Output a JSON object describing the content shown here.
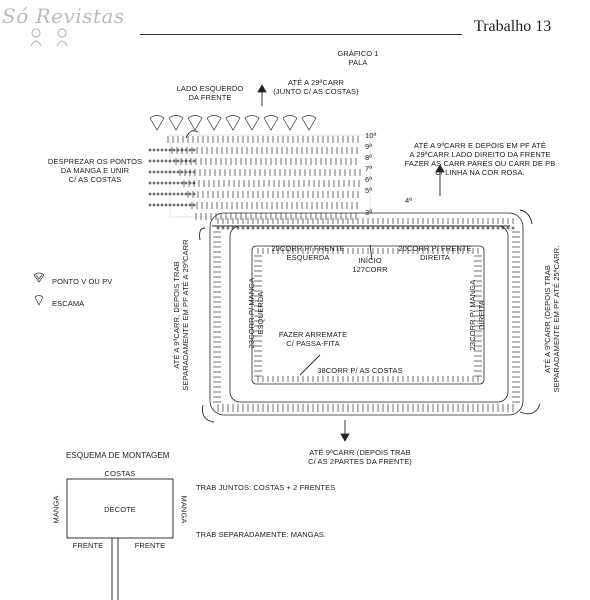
{
  "header": {
    "logo_text": "Só Revistas",
    "title": "Trabalho 13"
  },
  "graphic": {
    "title_line1": "GRÁFICO 1",
    "title_line2": "PALA",
    "top_center_note_line1": "ATÉ A 29ªCARR",
    "top_center_note_line2": "(JUNTO C/ AS COSTAS)",
    "left_front_label_line1": "LADO ESQUERDO",
    "left_front_label_line2": "DA FRENTE",
    "right_note_line1": "ATÉ A 9ªCARR E DEPOIS EM PF ATÉ",
    "right_note_line2": "A 29ªCARR LADO DIREITO DA FRENTE",
    "right_note_line3": "FAZER AS CARR PARES OU CARR DE PB",
    "right_note_line4": "C/ LINHA NA COR ROSA.",
    "left_note_line1": "DESPREZAR OS PONTOS",
    "left_note_line2": "DA MANGA E UNIR",
    "left_note_line3": "C/ AS COSTAS",
    "row_numbers": [
      "10ª",
      "9ª",
      "8ª",
      "7ª",
      "6ª",
      "5ª",
      "4ª",
      "3ª"
    ],
    "left_front_chains_line1": "20CORR P/ FRENTE",
    "left_front_chains_line2": "ESQUERDA",
    "right_front_chains_line1": "20CORR P/ FRENTE",
    "right_front_chains_line2": "DIREITA",
    "start_line1": "INÍCIO",
    "start_line2": "127CORR",
    "left_sleeve_line1": "23CORR P/ MANGA",
    "left_sleeve_line2": "ESQUERDA",
    "right_sleeve_line1": "23CORR P/ MANGA",
    "right_sleeve_line2": "DIREITA",
    "finish_line1": "FAZER ARREMATE",
    "finish_line2": "C/ PASSA-FITA",
    "back_chains": "38CORR P/ AS COSTAS",
    "left_side_line1": "ATÉ A 9ªCARR, DEPOIS TRAB",
    "left_side_line2": "SEPARADAMENTE EM PF  ATÉ A 29ªCARR",
    "right_side_line1": "ATÉ A 9ªCARR (DEPOIS TRAB",
    "right_side_line2": "SEPARADAMENTE  EM PF ATÉ 25ªCARR.",
    "bottom_note_line1": "ATÉ 9ªCARR (DEPOIS TRAB",
    "bottom_note_line2": "C/ AS 2PARTES DA FRENTE)"
  },
  "legend": {
    "items": [
      {
        "icon": "v-stitch-icon",
        "label": "PONTO V OU PV"
      },
      {
        "icon": "shell-icon",
        "label": "ESCAMA"
      }
    ]
  },
  "assembly": {
    "title": "ESQUEMA DE MONTAGEM",
    "costas": "COSTAS",
    "decote": "DECOTE",
    "manga_left": "MANGA",
    "manga_right": "MANGA",
    "frente_left": "FRENTE",
    "frente_right": "FRENTE",
    "note1": "TRAB JUNTOS: COSTAS + 2 FRENTES",
    "note2": "TRAB SEPARADAMENTE: MANGAS."
  },
  "colors": {
    "ink": "#1e1e1e",
    "logo": "#bbbbbb"
  }
}
